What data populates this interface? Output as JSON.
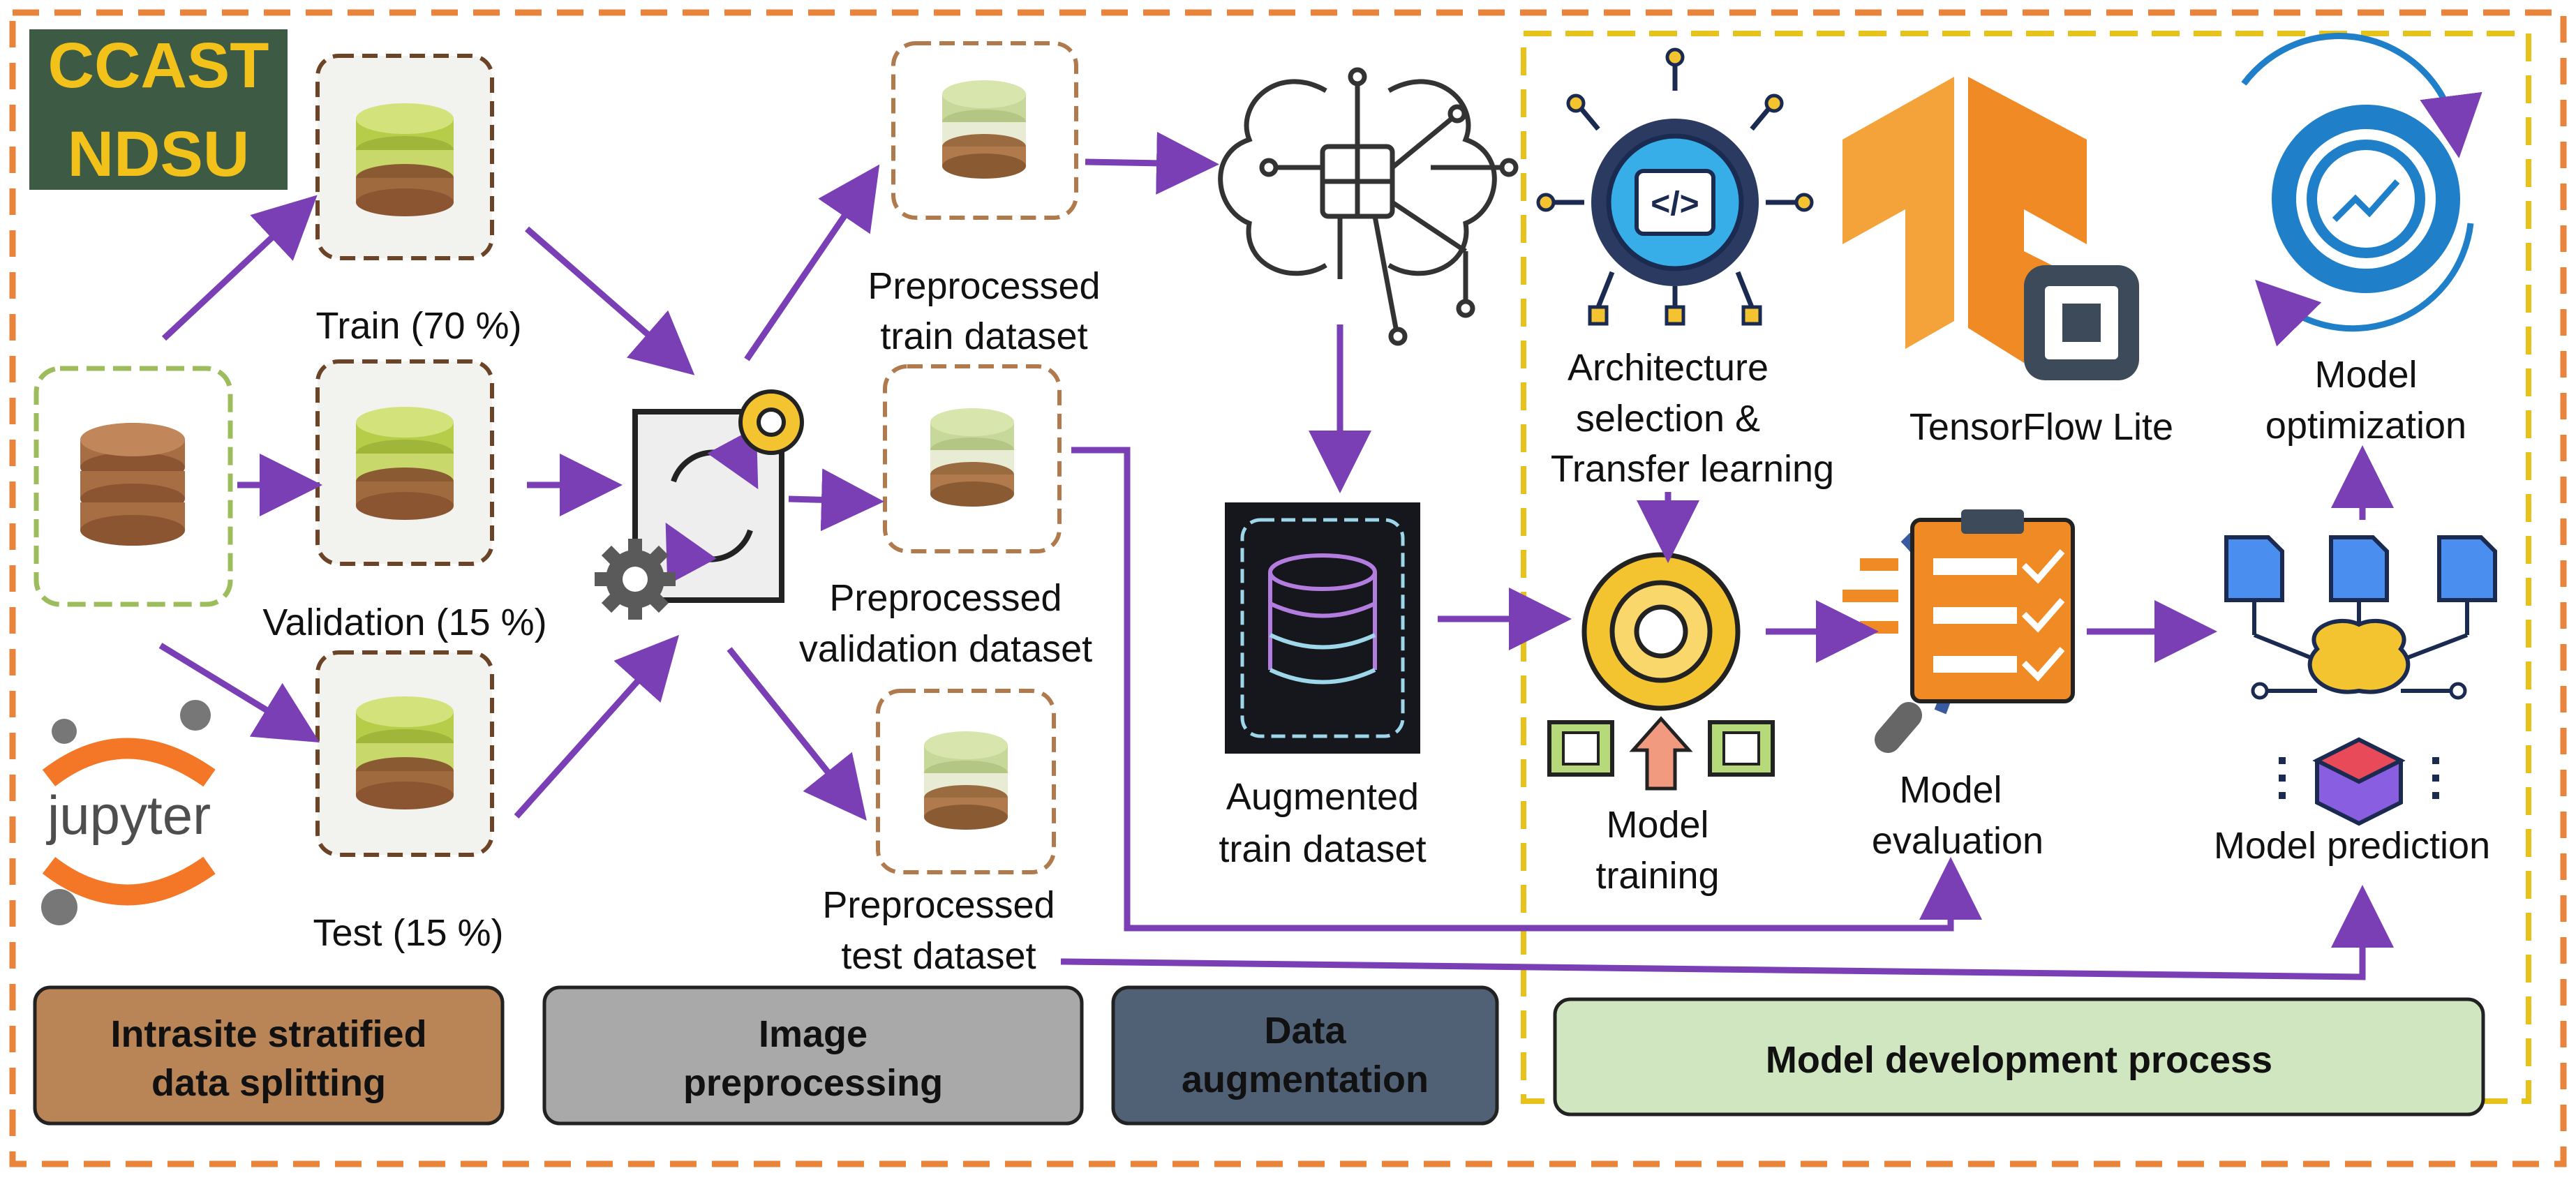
{
  "logos": {
    "ccast_line1": "CCAST",
    "ccast_line2": "NDSU",
    "jupyter": "jupyter"
  },
  "splits": {
    "train": "Train (70 %)",
    "validation": "Validation (15 %)",
    "test": "Test (15 %)"
  },
  "preprocessed": {
    "train": [
      "Preprocessed",
      "train dataset"
    ],
    "validation": [
      "Preprocessed",
      "validation dataset"
    ],
    "test": [
      "Preprocessed",
      "test dataset"
    ]
  },
  "augmented": [
    "Augmented",
    "train dataset"
  ],
  "model": {
    "architecture": [
      "Architecture",
      "selection &",
      "Transfer learning"
    ],
    "tflite": "TensorFlow Lite",
    "optimization": [
      "Model",
      "optimization"
    ],
    "training": [
      "Model",
      "training"
    ],
    "evaluation": [
      "Model",
      "evaluation"
    ],
    "prediction": "Model prediction"
  },
  "phases": {
    "splitting": [
      "Intrasite stratified",
      "data splitting"
    ],
    "preprocessing": [
      "Image",
      "preprocessing"
    ],
    "augmentation": [
      "Data",
      "augmentation"
    ],
    "development": "Model development process"
  },
  "colors": {
    "arrow": "#7b3fb5",
    "outer_border": "#e8843c",
    "inner_border": "#e6c21a",
    "splitting_box": "#b98556",
    "preprocessing_box": "#a9a9a9",
    "augmentation_box": "#506075",
    "development_box": "#cfe6c0",
    "ccast_bg": "#3d5a45",
    "ccast_text": "#f2c21a"
  }
}
